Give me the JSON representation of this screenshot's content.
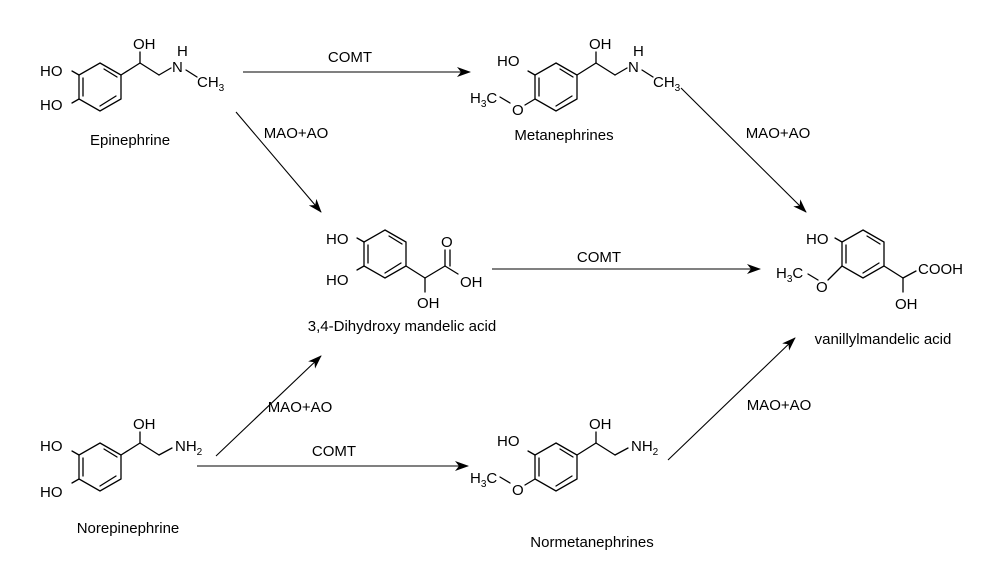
{
  "compounds": {
    "epinephrine": {
      "name": "Epinephrine",
      "atoms": {
        "oh_side": "OH",
        "ho_top": "HO",
        "ho_bottom": "HO",
        "nh": "H",
        "n": "N",
        "ch3": "CH",
        "ch3_sub": "3"
      }
    },
    "metanephrines": {
      "name": "Metanephrines",
      "atoms": {
        "oh_side": "OH",
        "ho_top": "HO",
        "h3c": "H",
        "h3c_sub": "3",
        "h3c_c": "C",
        "o": "O",
        "nh": "H",
        "n": "N",
        "ch3": "CH",
        "ch3_sub": "3"
      }
    },
    "dhma": {
      "name": "3,4-Dihydroxy mandelic acid",
      "atoms": {
        "ho_top": "HO",
        "ho_bottom": "HO",
        "o_carbonyl": "O",
        "oh_acid": "OH",
        "oh_alpha": "OH"
      }
    },
    "vma": {
      "name": "vanillylmandelic acid",
      "atoms": {
        "ho_top": "HO",
        "h3c": "H",
        "h3c_sub": "3",
        "h3c_c": "C",
        "o": "O",
        "cooh": "COOH",
        "oh_alpha": "OH"
      }
    },
    "norepinephrine": {
      "name": "Norepinephrine",
      "atoms": {
        "oh_side": "OH",
        "ho_top": "HO",
        "ho_bottom": "HO",
        "nh2": "NH",
        "nh2_sub": "2"
      }
    },
    "normetanephrines": {
      "name": "Normetanephrines",
      "atoms": {
        "oh_side": "OH",
        "ho_top": "HO",
        "h3c": "H",
        "h3c_sub": "3",
        "h3c_c": "C",
        "o": "O",
        "nh2": "NH",
        "nh2_sub": "2"
      }
    }
  },
  "enzymes": {
    "epi_to_meta": "COMT",
    "epi_to_dhma": "MAO+AO",
    "meta_to_vma": "MAO+AO",
    "dhma_to_vma": "COMT",
    "norepi_to_dhma": "MAO+AO",
    "norepi_to_normeta": "COMT",
    "normeta_to_vma": "MAO+AO"
  }
}
